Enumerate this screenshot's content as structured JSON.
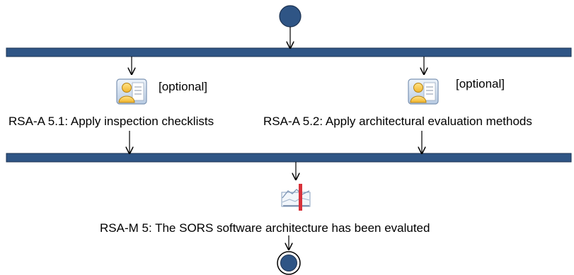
{
  "activity_a1": {
    "name": "RSA-A 5.1: Apply inspection checklists",
    "tag": "[optional]"
  },
  "activity_a2": {
    "name": "RSA-A 5.2: Apply architectural evaluation methods",
    "tag": "[optional]"
  },
  "milestone": {
    "name": "RSA-M 5: The SORS software architecture has been evaluted"
  },
  "colors": {
    "node_fill": "#2f5585",
    "bar_fill": "#2f5585",
    "milestone_flag": "#d8313a"
  },
  "icons": {
    "activity": "person-card-icon",
    "milestone": "milestone-flag-icon"
  }
}
